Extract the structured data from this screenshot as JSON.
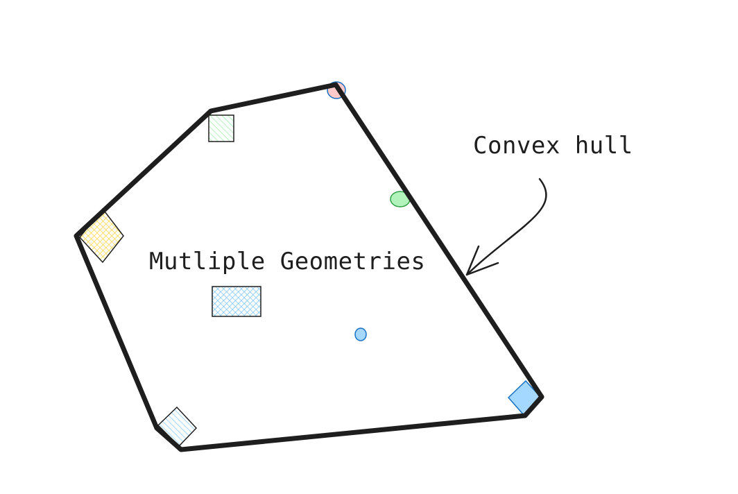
{
  "labels": {
    "multiple_geometries": "Mutliple Geometries",
    "convex_hull": "Convex hull"
  },
  "colors": {
    "stroke": "#1e1e1e",
    "green": "#2f9e44",
    "green_fill": "#b2f2bb",
    "yellow": "#f08c00",
    "yellow_fill": "#ffec99",
    "blue": "#1971c2",
    "blue_fill": "#a5d8ff",
    "red_fill": "#ffc9c9",
    "shape_stroke": "#1e1e1e",
    "dot_stroke": "#1971c2"
  },
  "shapes": [
    {
      "name": "convex-hull-polygon",
      "kind": "polygon"
    },
    {
      "name": "square-green",
      "kind": "square",
      "fill": "green"
    },
    {
      "name": "diamond-yellow",
      "kind": "diamond",
      "fill": "yellow"
    },
    {
      "name": "rect-blue-hatched",
      "kind": "rectangle",
      "fill": "blue"
    },
    {
      "name": "diamond-blue-bottom-left",
      "kind": "diamond",
      "fill": "blue"
    },
    {
      "name": "diamond-blue-solid",
      "kind": "diamond",
      "fill": "blue"
    },
    {
      "name": "circle-red",
      "kind": "circle",
      "fill": "red"
    },
    {
      "name": "circle-green",
      "kind": "circle",
      "fill": "green"
    },
    {
      "name": "circle-blue-small",
      "kind": "circle",
      "fill": "blue"
    },
    {
      "name": "arrow",
      "kind": "arrow"
    }
  ]
}
